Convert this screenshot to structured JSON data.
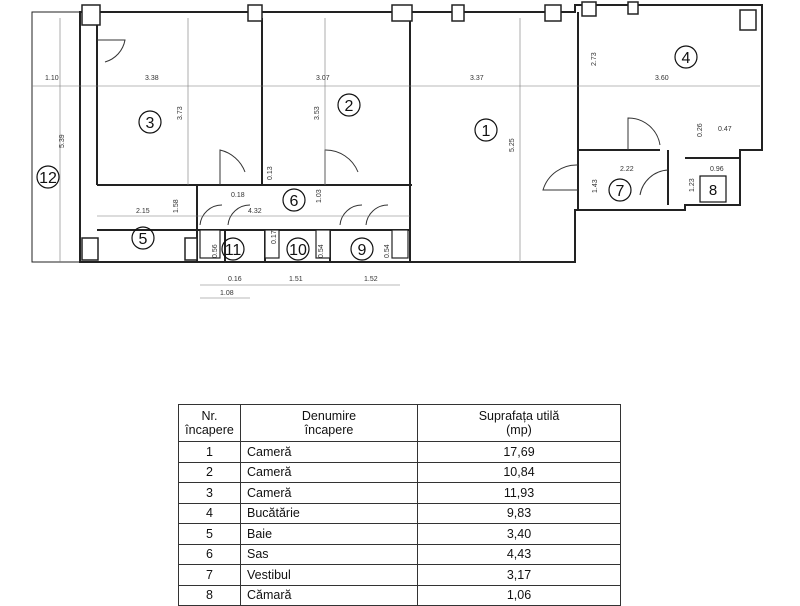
{
  "plan": {
    "room_labels": [
      "1",
      "2",
      "3",
      "4",
      "5",
      "6",
      "7",
      "8",
      "9",
      "10",
      "11",
      "12"
    ],
    "dimensions": [
      "1.10",
      "3.38",
      "3.73",
      "3.07",
      "3.53",
      "3.37",
      "5.25",
      "2.73",
      "3.60",
      "0.26",
      "0.47",
      "5.39",
      "0.96",
      "2.22",
      "1.23",
      "1.43",
      "0.18",
      "0.13",
      "1.03",
      "4.32",
      "2.15",
      "1.58",
      "0.17",
      "0.54",
      "0.54",
      "0.56",
      "0.16",
      "1.08",
      "1.51",
      "1.52"
    ]
  },
  "table": {
    "headers": [
      "Nr.\nîncapere",
      "Denumire\nîncapere",
      "Suprafața utilă\n(mp)"
    ],
    "rows": [
      {
        "nr": "1",
        "name": "Cameră",
        "area": "17,69"
      },
      {
        "nr": "2",
        "name": "Cameră",
        "area": "10,84"
      },
      {
        "nr": "3",
        "name": "Cameră",
        "area": "11,93"
      },
      {
        "nr": "4",
        "name": "Bucătărie",
        "area": "9,83"
      },
      {
        "nr": "5",
        "name": "Baie",
        "area": "3,40"
      },
      {
        "nr": "6",
        "name": "Sas",
        "area": "4,43"
      },
      {
        "nr": "7",
        "name": "Vestibul",
        "area": "3,17"
      },
      {
        "nr": "8",
        "name": "Cămară",
        "area": "1,06"
      }
    ]
  }
}
